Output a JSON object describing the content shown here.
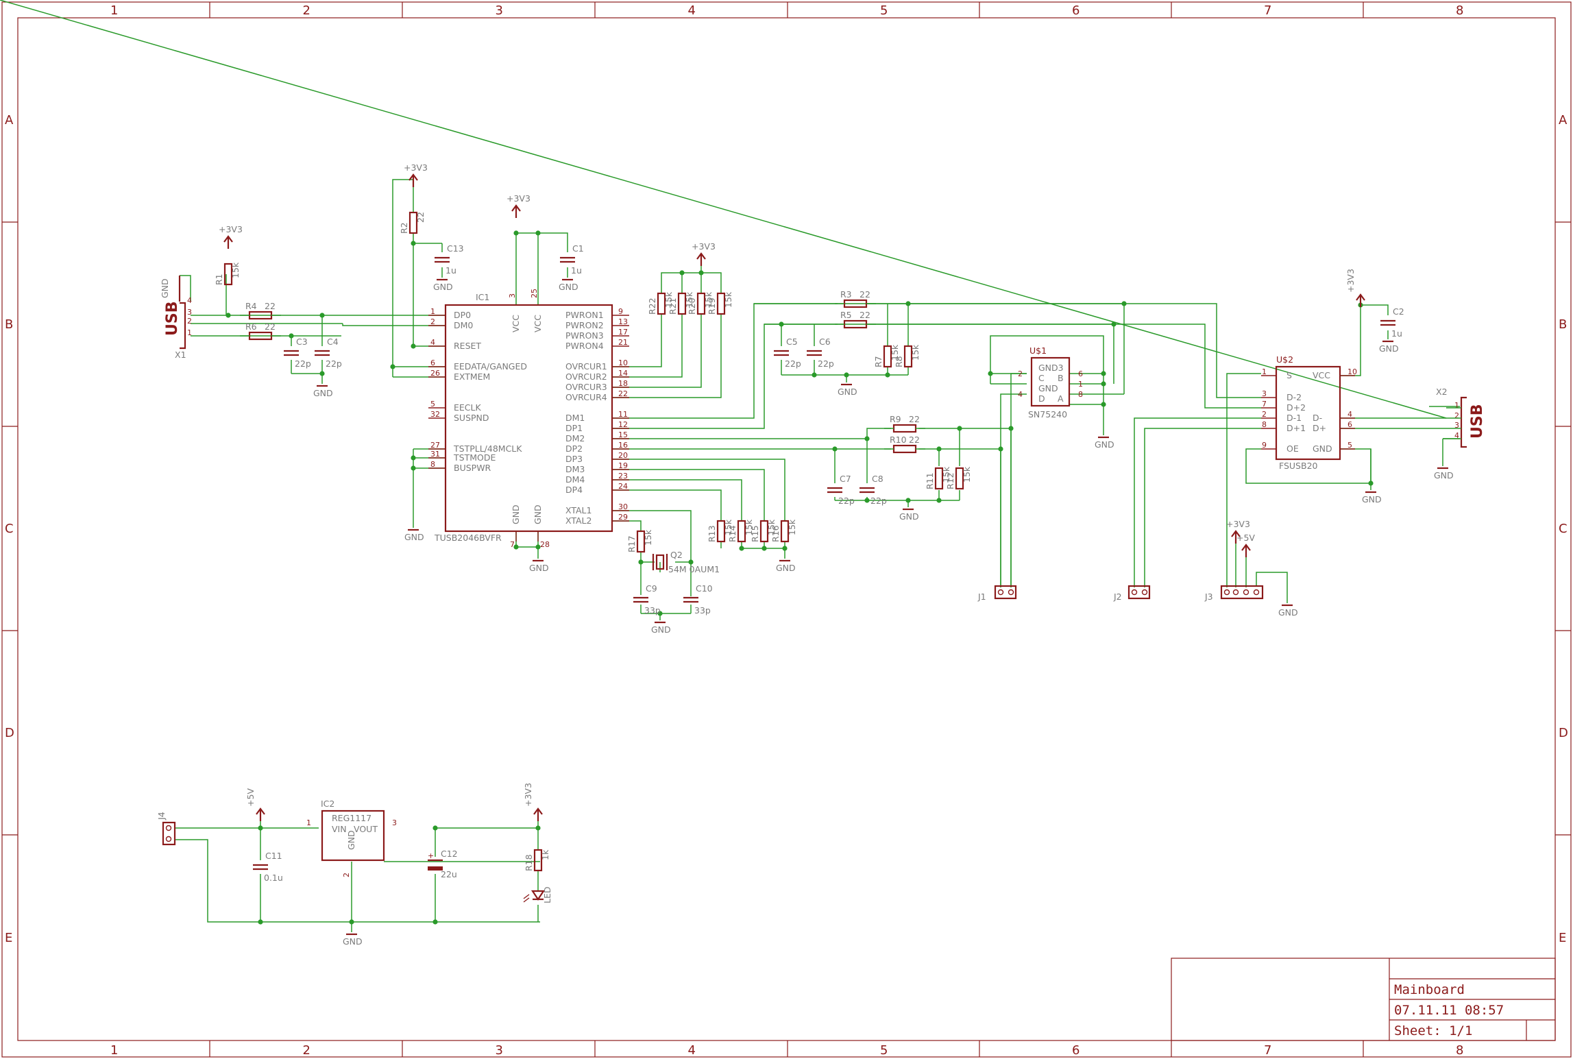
{
  "frame": {
    "columns": [
      "1",
      "2",
      "3",
      "4",
      "5",
      "6",
      "7",
      "8"
    ],
    "rows": [
      "A",
      "B",
      "C",
      "D",
      "E"
    ]
  },
  "title_block": {
    "title": "Mainboard",
    "date": "07.11.11 08:57",
    "sheet": "Sheet: 1/1"
  },
  "parts": {
    "x1": {
      "name": "X1",
      "label": "USB",
      "pins": [
        "4",
        "3",
        "2",
        "1"
      ],
      "gnd": "GND"
    },
    "x2": {
      "name": "X2",
      "label": "USB",
      "pins": [
        "1",
        "2",
        "3",
        "4"
      ],
      "gnd": "GND"
    },
    "r1": {
      "name": "R1",
      "value": "15k"
    },
    "r2": {
      "name": "R2",
      "value": "22"
    },
    "r3": {
      "name": "R3",
      "value": "22"
    },
    "r4": {
      "name": "R4",
      "value": "22"
    },
    "r5": {
      "name": "R5",
      "value": "22"
    },
    "r6": {
      "name": "R6",
      "value": "22"
    },
    "r7": {
      "name": "R7",
      "value": "15k"
    },
    "r8": {
      "name": "R8",
      "value": "15k"
    },
    "r9": {
      "name": "R9",
      "value": "22"
    },
    "r10": {
      "name": "R10",
      "value": "22"
    },
    "r11": {
      "name": "R11",
      "value": "15k"
    },
    "r12": {
      "name": "R12",
      "value": "15k"
    },
    "r13": {
      "name": "R13",
      "value": "15k"
    },
    "r14": {
      "name": "R14",
      "value": "15k"
    },
    "r15": {
      "name": "R15",
      "value": "15k"
    },
    "r16": {
      "name": "R16",
      "value": "15k"
    },
    "r17": {
      "name": "R17",
      "value": "15k"
    },
    "r18": {
      "name": "R18",
      "value": "1k"
    },
    "r19": {
      "name": "R19",
      "value": "15k"
    },
    "r20": {
      "name": "R20",
      "value": "15k"
    },
    "r21": {
      "name": "R21",
      "value": "15k"
    },
    "r22": {
      "name": "R22",
      "value": "15k"
    },
    "c1": {
      "name": "C1",
      "value": "1u"
    },
    "c2": {
      "name": "C2",
      "value": "1u"
    },
    "c3": {
      "name": "C3",
      "value": "22p"
    },
    "c4": {
      "name": "C4",
      "value": "22p"
    },
    "c5": {
      "name": "C5",
      "value": "22p"
    },
    "c6": {
      "name": "C6",
      "value": "22p"
    },
    "c7": {
      "name": "C7",
      "value": "22p"
    },
    "c8": {
      "name": "C8",
      "value": "22p"
    },
    "c9": {
      "name": "C9",
      "value": "33p"
    },
    "c10": {
      "name": "C10",
      "value": "33p"
    },
    "c11": {
      "name": "C11",
      "value": "0.1u"
    },
    "c12": {
      "name": "C12",
      "value": "22u"
    },
    "c13": {
      "name": "C13",
      "value": "1u"
    },
    "ic1": {
      "name": "IC1",
      "value": "TUSB2046BVFR",
      "left_pins": [
        {
          "num": "1",
          "label": "DP0"
        },
        {
          "num": "2",
          "label": "DM0"
        },
        {
          "num": "4",
          "label": "RESET"
        },
        {
          "num": "6",
          "label": "EEDATA/GANGED"
        },
        {
          "num": "26",
          "label": "EXTMEM"
        },
        {
          "num": "5",
          "label": "EECLK"
        },
        {
          "num": "32",
          "label": "SUSPND"
        },
        {
          "num": "27",
          "label": "TSTPLL/48MCLK"
        },
        {
          "num": "31",
          "label": "TSTMODE"
        },
        {
          "num": "8",
          "label": "BUSPWR"
        }
      ],
      "right_pins": [
        {
          "num": "9",
          "label": "PWRON1"
        },
        {
          "num": "13",
          "label": "PWRON2"
        },
        {
          "num": "17",
          "label": "PWRON3"
        },
        {
          "num": "21",
          "label": "PWRON4"
        },
        {
          "num": "10",
          "label": "OVRCUR1"
        },
        {
          "num": "14",
          "label": "OVRCUR2"
        },
        {
          "num": "18",
          "label": "OVRCUR3"
        },
        {
          "num": "22",
          "label": "OVRCUR4"
        },
        {
          "num": "11",
          "label": "DM1"
        },
        {
          "num": "12",
          "label": "DP1"
        },
        {
          "num": "15",
          "label": "DM2"
        },
        {
          "num": "16",
          "label": "DP2"
        },
        {
          "num": "20",
          "label": "DP3"
        },
        {
          "num": "19",
          "label": "DM3"
        },
        {
          "num": "23",
          "label": "DM4"
        },
        {
          "num": "24",
          "label": "DP4"
        },
        {
          "num": "30",
          "label": "XTAL1"
        },
        {
          "num": "29",
          "label": "XTAL2"
        }
      ],
      "top_pins": [
        {
          "num": "3",
          "label": "VCC"
        },
        {
          "num": "25",
          "label": "VCC"
        }
      ],
      "bottom_pins": [
        {
          "num": "7",
          "label": "GND"
        },
        {
          "num": "28",
          "label": "GND"
        }
      ]
    },
    "ic2": {
      "name": "IC2",
      "value": "REG1117",
      "vin": "VIN",
      "vout": "VOUT",
      "gnd": "GND",
      "pins": [
        "1",
        "3",
        "2"
      ]
    },
    "q2": {
      "name": "Q2",
      "value": "54M 0AUM1"
    },
    "u1": {
      "name": "U$1",
      "value": "SN75240",
      "labels": [
        "GND3",
        "C",
        "B",
        "GND",
        "D",
        "A"
      ],
      "pins": [
        "2",
        "4",
        "6",
        "1",
        "8"
      ]
    },
    "u2": {
      "name": "U$2",
      "value": "FSUSB20",
      "left": [
        {
          "num": "1",
          "label": "S"
        },
        {
          "num": "3",
          "label": "D-2"
        },
        {
          "num": "7",
          "label": "D+2"
        },
        {
          "num": "2",
          "label": "D-1"
        },
        {
          "num": "8",
          "label": "D+1"
        },
        {
          "num": "9",
          "label": "OE"
        }
      ],
      "right": [
        {
          "num": "10",
          "label": "VCC"
        },
        {
          "num": "4",
          "label": "D-"
        },
        {
          "num": "6",
          "label": "D+"
        },
        {
          "num": "5",
          "label": "GND"
        }
      ]
    },
    "j1": {
      "name": "J1"
    },
    "j2": {
      "name": "J2"
    },
    "j3": {
      "name": "J3"
    },
    "j4": {
      "name": "J4"
    },
    "led": {
      "name": "LED"
    }
  },
  "nets": {
    "v33": "+3V3",
    "v5": "+5V",
    "gnd": "GND"
  }
}
